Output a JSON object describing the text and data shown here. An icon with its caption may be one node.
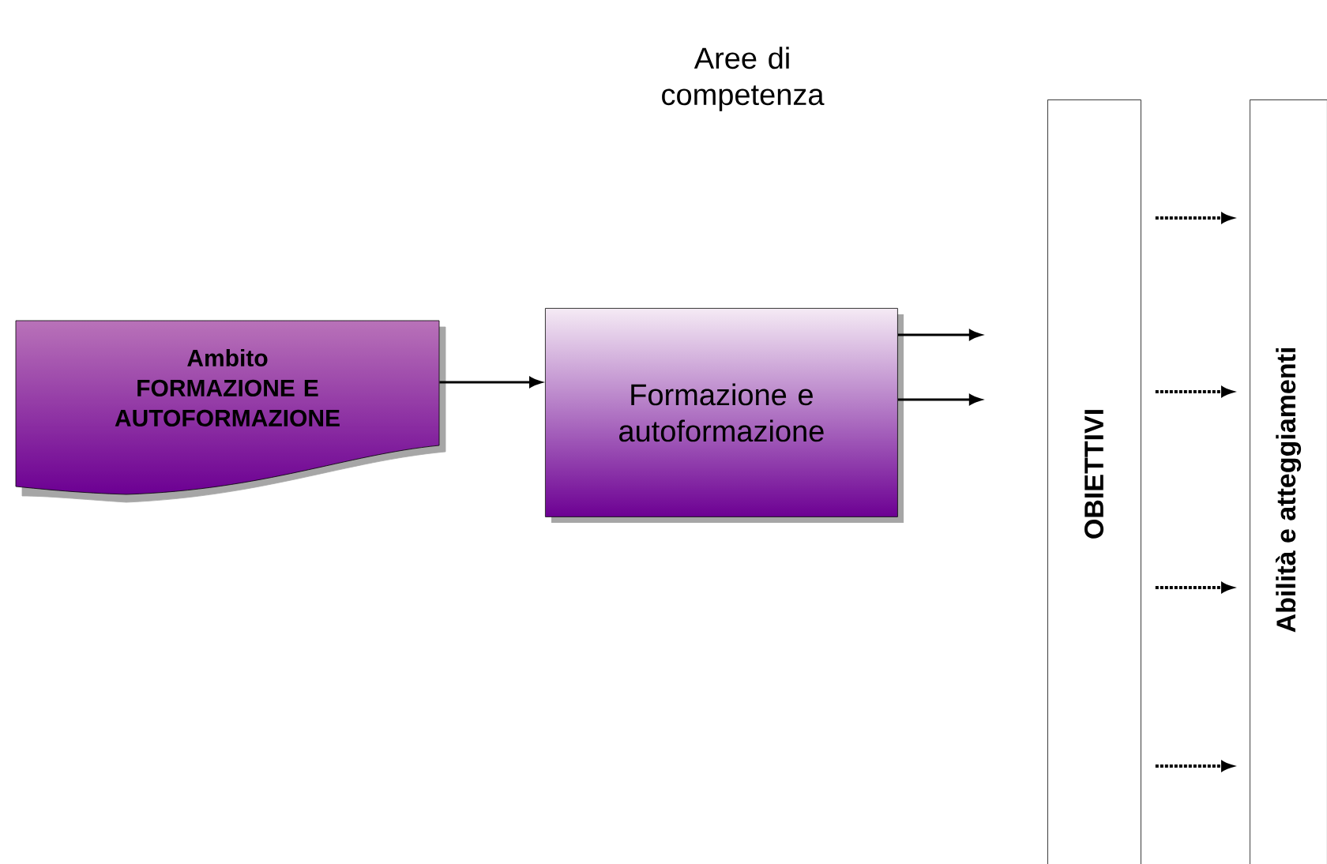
{
  "diagram": {
    "nodes": [
      {
        "text": [
          "Ambito FORMAZIONE E AUTOFORMAZIONE"
        ]
      },
      {
        "text": [
          "Formazione e autoformazione"
        ]
      },
      {
        "text": [
          "OBIETTIVI"
        ]
      },
      {
        "text": [
          "Abilità e atteggiamenti"
        ]
      }
    ],
    "edges": [
      {
        "from": 0,
        "to": 1,
        "arrow": "to"
      },
      {
        "from": 1,
        "to": null,
        "arrow": "to"
      },
      {
        "from": 1,
        "to": null,
        "arrow": "to"
      },
      {
        "from": 2,
        "to": 3,
        "arrow": "to",
        "style": "dashed"
      },
      {
        "from": 2,
        "to": 3,
        "arrow": "to",
        "style": "dashed"
      },
      {
        "from": 2,
        "to": 3,
        "arrow": "to",
        "style": "dashed"
      },
      {
        "from": 2,
        "to": 3,
        "arrow": "to",
        "style": "dashed"
      }
    ],
    "labels": [
      "Aree di competenza"
    ]
  }
}
